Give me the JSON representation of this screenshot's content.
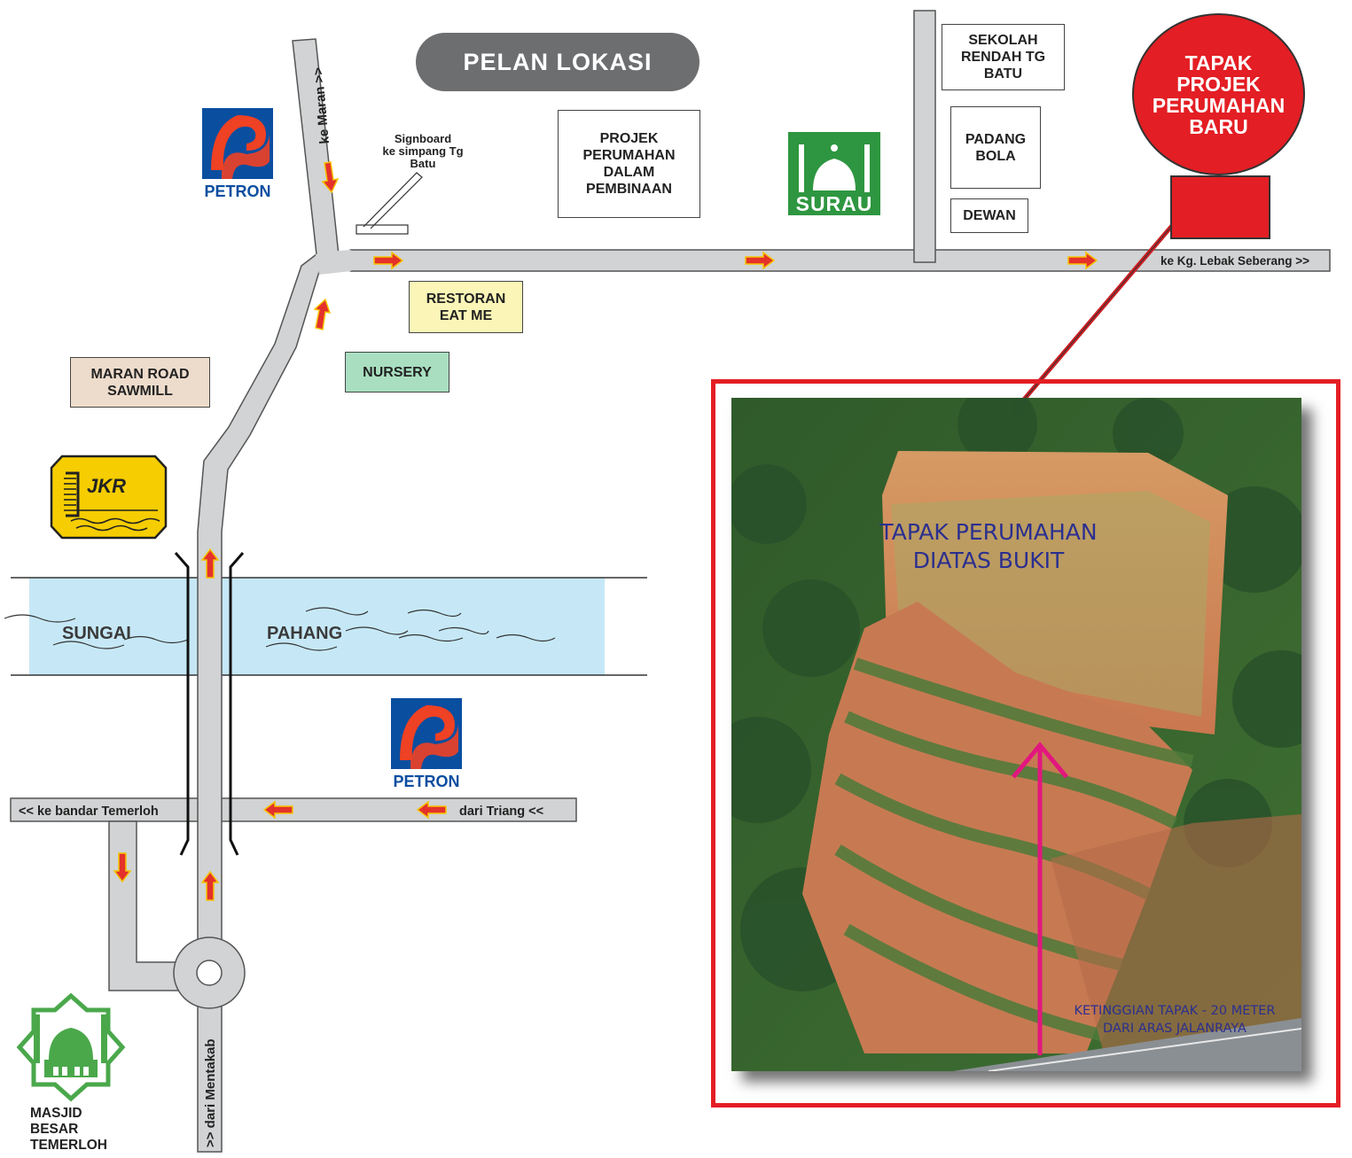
{
  "title": "PELAN LOKASI",
  "colors": {
    "road": "#d1d3d4",
    "river": "#c6e8f6",
    "arrow": "#e4322b",
    "arrow_outline": "#f6c400",
    "accent_red": "#e31e24",
    "photo_arrow": "#e2177e",
    "photo_text": "#2b2f8f",
    "jkr_yellow": "#f5cd00",
    "surau_green": "#2e9640"
  },
  "roads": {
    "to_maran": "ke Maran >>",
    "to_lebak": "ke Kg. Lebak Seberang >>",
    "to_temerloh": "<< ke bandar Temerloh",
    "from_triang": "dari Triang <<",
    "from_mentakab": ">> dari Mentakab"
  },
  "river": {
    "word1": "SUNGAI",
    "word2": "PAHANG"
  },
  "signboard": "Signboard\nke simpang Tg\nBatu",
  "places": {
    "projek_pembinaan": "PROJEK\nPERUMAHAN\nDALAM\nPEMBINAAN",
    "sekolah": "SEKOLAH\nRENDAH TG\nBATU",
    "padang": "PADANG\nBOLA",
    "dewan": "DEWAN",
    "restoran": "RESTORAN\nEAT ME",
    "nursery": "NURSERY",
    "sawmill": "MARAN ROAD\nSAWMILL",
    "masjid": "MASJID\nBESAR\nTEMERLOH"
  },
  "logos": {
    "petron": "PETRON",
    "surau": "SURAU",
    "jkr": "JKR"
  },
  "tapak": "TAPAK\nPROJEK\nPERUMAHAN\nBARU",
  "photo": {
    "caption1": "TAPAK PERUMAHAN",
    "caption2": "DIATAS BUKIT",
    "height1": "KETINGGIAN TAPAK - 20 METER",
    "height2": "DARI ARAS JALANRAYA"
  }
}
